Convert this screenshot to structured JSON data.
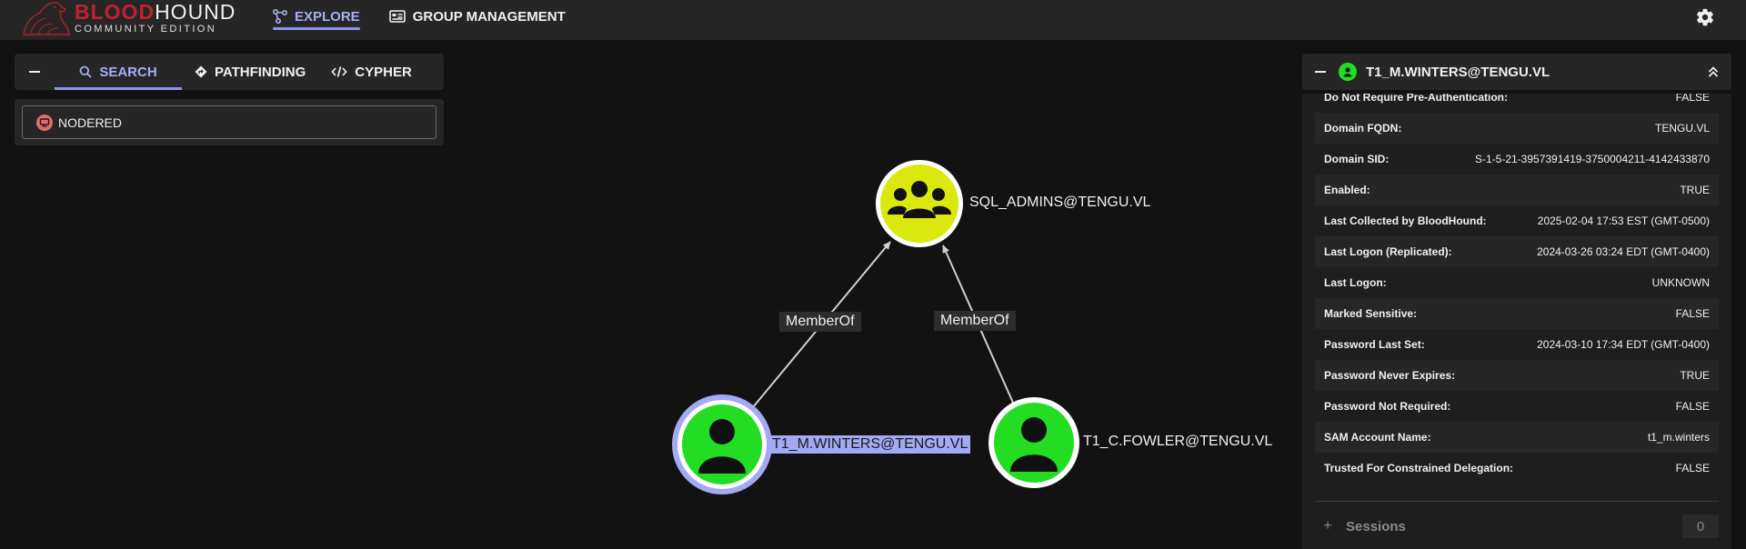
{
  "app": {
    "brand_red": "BLOOD",
    "brand_white": "HOUND",
    "edition": "COMMUNITY EDITION"
  },
  "nav": {
    "explore": "EXPLORE",
    "group_management": "GROUP MANAGEMENT"
  },
  "search_tabs": {
    "search": "SEARCH",
    "pathfinding": "PATHFINDING",
    "cypher": "CYPHER"
  },
  "search": {
    "value": "NODERED"
  },
  "graph": {
    "nodes": {
      "group": "SQL_ADMINS@TENGU.VL",
      "user_selected": "T1_M.WINTERS@TENGU.VL",
      "user_other": "T1_C.FOWLER@TENGU.VL"
    },
    "edges": {
      "left": "MemberOf",
      "right": "MemberOf"
    }
  },
  "details": {
    "title": "T1_M.WINTERS@TENGU.VL",
    "properties": [
      {
        "key": "Do Not Require Pre-Authentication:",
        "value": "FALSE"
      },
      {
        "key": "Domain FQDN:",
        "value": "TENGU.VL"
      },
      {
        "key": "Domain SID:",
        "value": "S-1-5-21-3957391419-3750004211-4142433870"
      },
      {
        "key": "Enabled:",
        "value": "TRUE"
      },
      {
        "key": "Last Collected by BloodHound:",
        "value": "2025-02-04 17:53 EST (GMT-0500)"
      },
      {
        "key": "Last Logon (Replicated):",
        "value": "2024-03-26 03:24 EDT (GMT-0400)"
      },
      {
        "key": "Last Logon:",
        "value": "UNKNOWN"
      },
      {
        "key": "Marked Sensitive:",
        "value": "FALSE"
      },
      {
        "key": "Password Last Set:",
        "value": "2024-03-10 17:34 EDT (GMT-0400)"
      },
      {
        "key": "Password Never Expires:",
        "value": "TRUE"
      },
      {
        "key": "Password Not Required:",
        "value": "FALSE"
      },
      {
        "key": "SAM Account Name:",
        "value": "t1_m.winters"
      },
      {
        "key": "Trusted For Constrained Delegation:",
        "value": "FALSE"
      }
    ],
    "sessions_label": "Sessions",
    "sessions_count": "0"
  },
  "colors": {
    "accent": "#8c95ef",
    "user_node": "#22dd22",
    "group_node": "#dbe80e",
    "brand_red": "#c0212e"
  }
}
